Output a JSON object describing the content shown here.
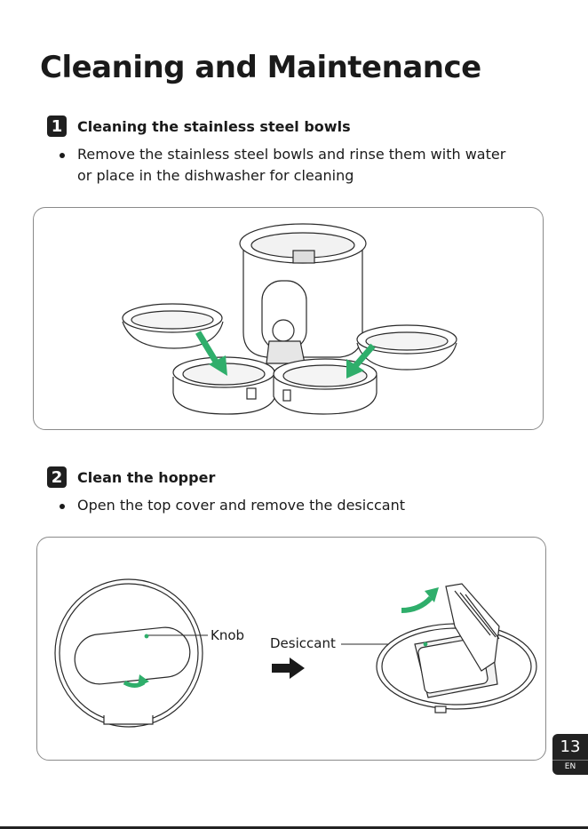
{
  "page": {
    "title": "Cleaning and Maintenance",
    "page_number": "13",
    "language": "EN"
  },
  "steps": [
    {
      "number": "1",
      "title": "Cleaning the stainless steel bowls",
      "bullet": "Remove the stainless steel bowls and rinse them with water or place in the dishwasher for cleaning"
    },
    {
      "number": "2",
      "title": "Clean the hopper",
      "bullet": "Open the top cover and remove the desiccant",
      "labels": {
        "knob": "Knob",
        "desiccant": "Desiccant"
      }
    }
  ],
  "colors": {
    "arrow_green": "#2fae6b",
    "text": "#1a1a1a",
    "tab_bg": "#222222"
  }
}
